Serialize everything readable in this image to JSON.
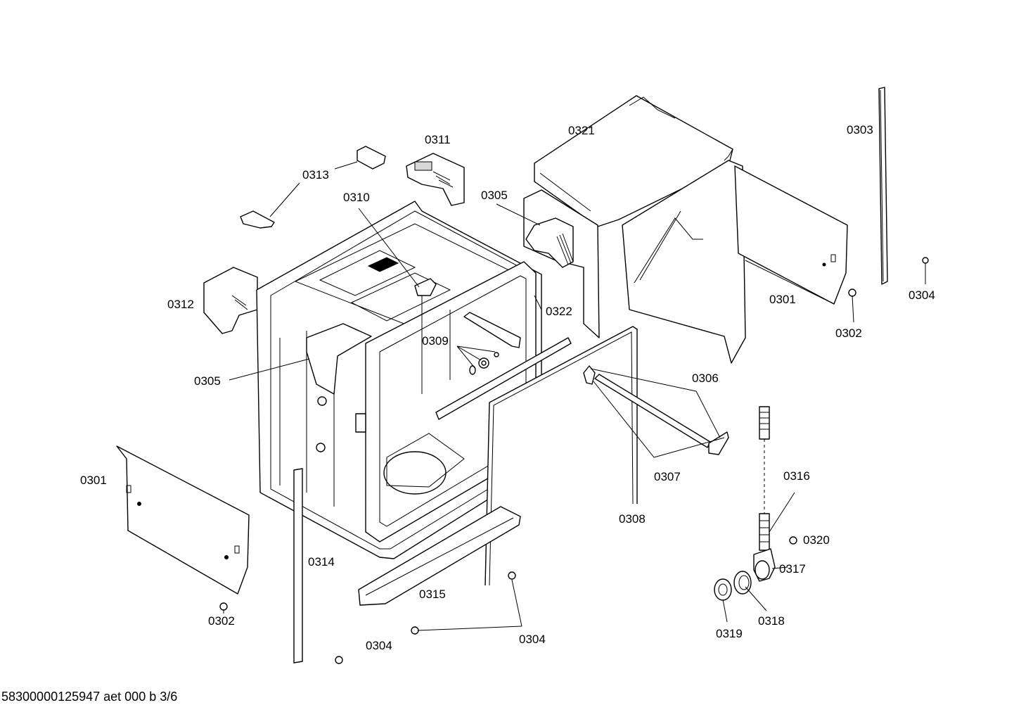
{
  "callouts": {
    "c0301_right": "0301",
    "c0301_left": "0301",
    "c0302_right": "0302",
    "c0302_left": "0302",
    "c0303": "0303",
    "c0304_right": "0304",
    "c0304_bottom_right": "0304",
    "c0304_bottom_left": "0304",
    "c0305_top": "0305",
    "c0305_left": "0305",
    "c0306": "0306",
    "c0307": "0307",
    "c0308": "0308",
    "c0309": "0309",
    "c0310": "0310",
    "c0311": "0311",
    "c0312": "0312",
    "c0313": "0313",
    "c0314": "0314",
    "c0315": "0315",
    "c0316": "0316",
    "c0317": "0317",
    "c0318": "0318",
    "c0319": "0319",
    "c0320": "0320",
    "c0321": "0321",
    "c0322": "0322"
  },
  "footer": {
    "code": "58300000125947 aet 000 b 3/6"
  }
}
